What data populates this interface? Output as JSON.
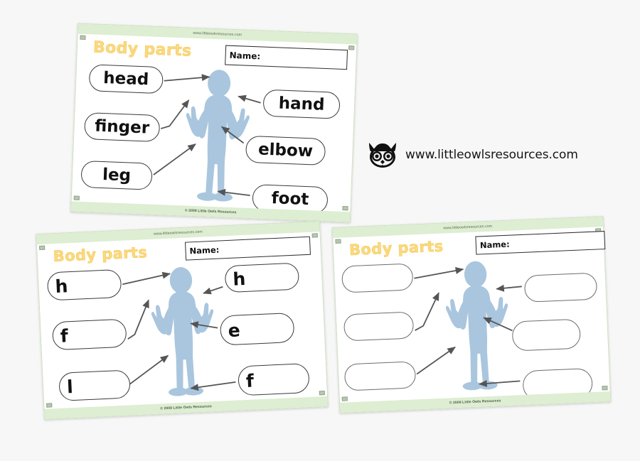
{
  "background_color": "#f7f7f7",
  "brand": {
    "icon": "owl-logo-icon",
    "url": "www.littleowlsresources.com"
  },
  "sheet_common": {
    "header_url": "www.littleowlsresources.com",
    "footer_copyright": "© 2009 Little Owls Resources",
    "title": "Body parts",
    "name_label": "Name:",
    "title_color": "#fbd97e",
    "band_color": "#ddeed2",
    "figure_color": "#a9c6de",
    "arrow_color": "#555555",
    "figure_icon": "child-body-silhouette-icon"
  },
  "worksheets": [
    {
      "id": "worksheet-labelled",
      "variant": "full-words",
      "labels_left": [
        "head",
        "finger",
        "leg"
      ],
      "labels_right": [
        "hand",
        "elbow",
        "foot"
      ]
    },
    {
      "id": "worksheet-initial-letters",
      "variant": "initial-letters",
      "labels_left": [
        "h",
        "f",
        "l"
      ],
      "labels_right": [
        "h",
        "e",
        "f"
      ]
    },
    {
      "id": "worksheet-blank",
      "variant": "blank",
      "labels_left": [
        "",
        "",
        ""
      ],
      "labels_right": [
        "",
        "",
        ""
      ]
    }
  ]
}
